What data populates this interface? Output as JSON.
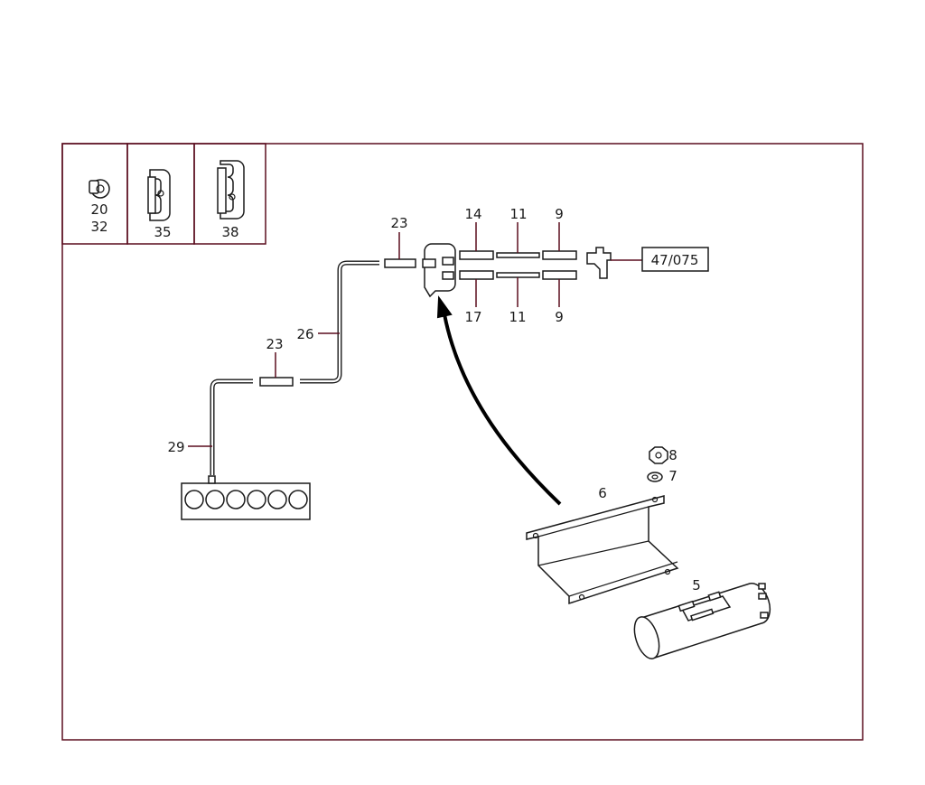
{
  "inset": {
    "clip_a_labels": [
      "20",
      "32"
    ],
    "clip_b_label": "35",
    "clip_c_label": "38"
  },
  "labels": {
    "p23_top": "23",
    "p14": "14",
    "p11_top": "11",
    "p9_top": "9",
    "p17": "17",
    "p11_bottom": "11",
    "p9_bottom": "9",
    "p26": "26",
    "p23_mid": "23",
    "p29": "29",
    "p8": "8",
    "p7": "7",
    "p6": "6",
    "p5": "5"
  },
  "reference_box": "47/075",
  "colors": {
    "leader": "#5a0d1e",
    "frame": "#5a0d1e",
    "ink": "#1a1a1a"
  }
}
